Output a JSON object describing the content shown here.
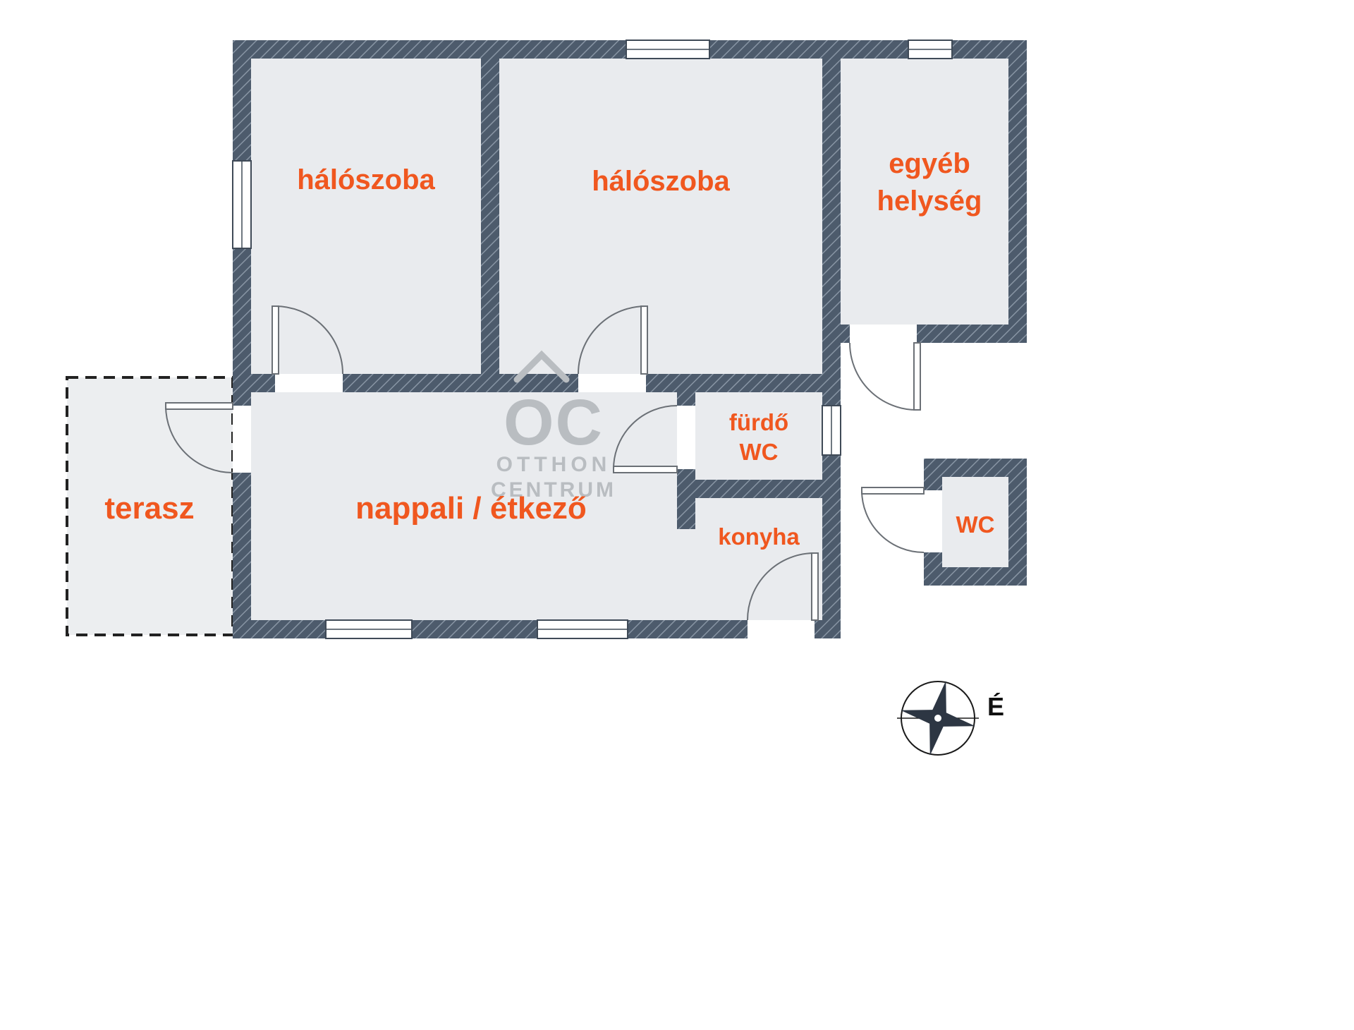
{
  "plan": {
    "rooms": {
      "bedroom1": {
        "label": "hálószoba"
      },
      "bedroom2": {
        "label": "hálószoba"
      },
      "other": {
        "line1": "egyéb",
        "line2": "helység"
      },
      "terrace": {
        "label": "terasz"
      },
      "living": {
        "label": "nappali / étkező"
      },
      "bath": {
        "line1": "fürdő",
        "line2": "WC"
      },
      "kitchen": {
        "label": "konyha"
      },
      "wc": {
        "label": "WC"
      }
    },
    "compass": {
      "north": "É"
    },
    "watermark": {
      "logo": "OC",
      "line1": "OTTHON",
      "line2": "CENTRUM"
    },
    "colors": {
      "wall": "#4d5b6c",
      "wall_hatch": "#8895a4",
      "room_fill": "#e9ebee",
      "terrace_fill": "#eceef0",
      "label": "#f0571f",
      "watermark": "#b9bdc1"
    }
  }
}
